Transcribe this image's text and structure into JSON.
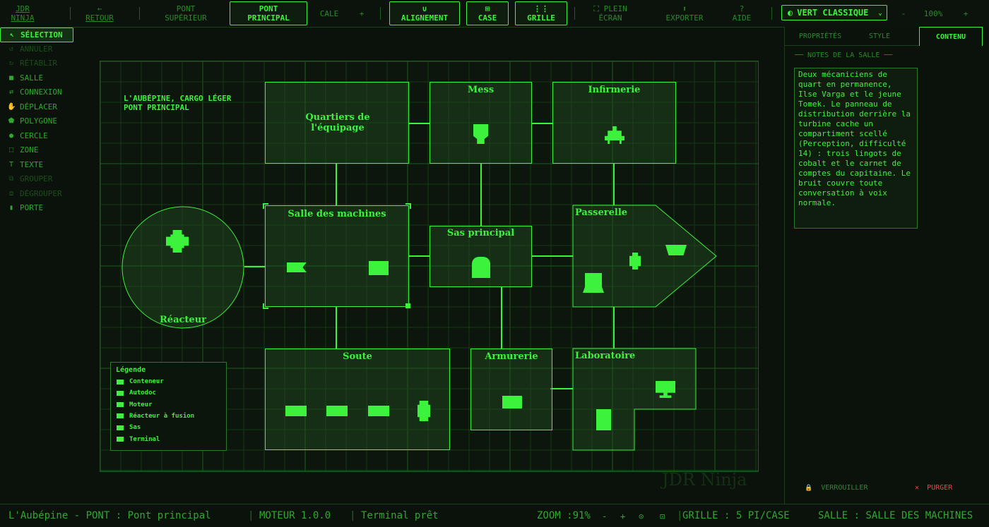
{
  "app": {
    "logo_line1": "JDR",
    "logo_line2": "NINJA",
    "watermark": "JDR Ninja"
  },
  "toolbar": {
    "back_icon": "←",
    "back_label": "RETOUR",
    "upper_deck_line1": "PONT",
    "upper_deck_line2": "SUPÉRIEUR",
    "main_deck_line1": "PONT",
    "main_deck_line2": "PRINCIPAL",
    "hold_label": "CALE",
    "add_label": "+",
    "align_icon": "∪",
    "align_label": "ALIGNEMENT",
    "cell_icon": "⊞",
    "cell_label": "CASE",
    "grid_icon": "⋮⋮",
    "grid_label": "GRILLE",
    "fullscreen_icon": "⛶",
    "fullscreen_line1": "PLEIN",
    "fullscreen_line2": "ÉCRAN",
    "export_icon": "⬆",
    "export_label": "EXPORTER",
    "help_icon": "?",
    "help_label": "AIDE",
    "theme_icon": "◐",
    "theme_value": "VERT CLASSIQUE",
    "zoom_minus": "-",
    "zoom_value": "100%",
    "zoom_plus": "+"
  },
  "tools": [
    {
      "icon": "↖",
      "label": "SÉLECTION",
      "state": "active"
    },
    {
      "icon": "↺",
      "label": "ANNULER",
      "state": "disabled"
    },
    {
      "icon": "↻",
      "label": "RÉTABLIR",
      "state": "disabled"
    },
    {
      "icon": "■",
      "label": "SALLE",
      "state": "normal"
    },
    {
      "icon": "⇄",
      "label": "CONNEXION",
      "state": "normal"
    },
    {
      "icon": "✋",
      "label": "DÉPLACER",
      "state": "normal"
    },
    {
      "icon": "⬟",
      "label": "POLYGONE",
      "state": "normal"
    },
    {
      "icon": "●",
      "label": "CERCLE",
      "state": "normal"
    },
    {
      "icon": "⬚",
      "label": "ZONE",
      "state": "normal"
    },
    {
      "icon": "T",
      "label": "TEXTE",
      "state": "normal"
    },
    {
      "icon": "⧉",
      "label": "GROUPER",
      "state": "disabled"
    },
    {
      "icon": "⧈",
      "label": "DÉGROUPER",
      "state": "disabled"
    },
    {
      "icon": "▮",
      "label": "PORTE",
      "state": "normal"
    }
  ],
  "map": {
    "title_line1": "L'AUBÉPINE, CARGO LÉGER",
    "title_line2": "PONT PRINCIPAL",
    "rooms": {
      "crew": "Quartiers de l'équipage",
      "mess": "Mess",
      "infirmary": "Infirmerie",
      "engine": "Salle des machines",
      "airlock": "Sas principal",
      "bridge": "Passerelle",
      "reactor": "Réacteur",
      "hold": "Soute",
      "armory": "Armurerie",
      "lab": "Laboratoire"
    }
  },
  "legend": {
    "title": "Légende",
    "items": [
      "Conteneur",
      "Autodoc",
      "Moteur",
      "Réacteur à fusion",
      "Sas",
      "Terminal"
    ]
  },
  "panel": {
    "tabs": [
      "PROPRIÉTÉS",
      "STYLE",
      "CONTENU"
    ],
    "section_title": "── NOTES DE LA SALLE ──",
    "notes": "Deux mécaniciens de quart en permanence, Ilse Varga et le jeune Tomek. Le panneau de distribution derrière la turbine cache un compartiment scellé (Perception, difficulté 14) : trois lingots de cobalt et le carnet de comptes du capitaine. Le bruit couvre toute conversation à voix normale.",
    "lock_icon": "🔒",
    "lock_label": "VERROUILLER",
    "purge_icon": "✕",
    "purge_label": "PURGER"
  },
  "status": {
    "left": "L'Aubépine - PONT : Pont principal",
    "engine": "MOTEUR 1.0.0",
    "state": "Terminal prêt",
    "zoom": "ZOOM :91%",
    "zoom_minus": "-",
    "zoom_plus": "+",
    "grid": "GRILLE : 5 PI/CASE",
    "room": "SALLE : SALLE DES MACHINES"
  },
  "colors": {
    "accent": "#3cf23c",
    "background": "#0b120b",
    "danger": "#ff4040"
  }
}
